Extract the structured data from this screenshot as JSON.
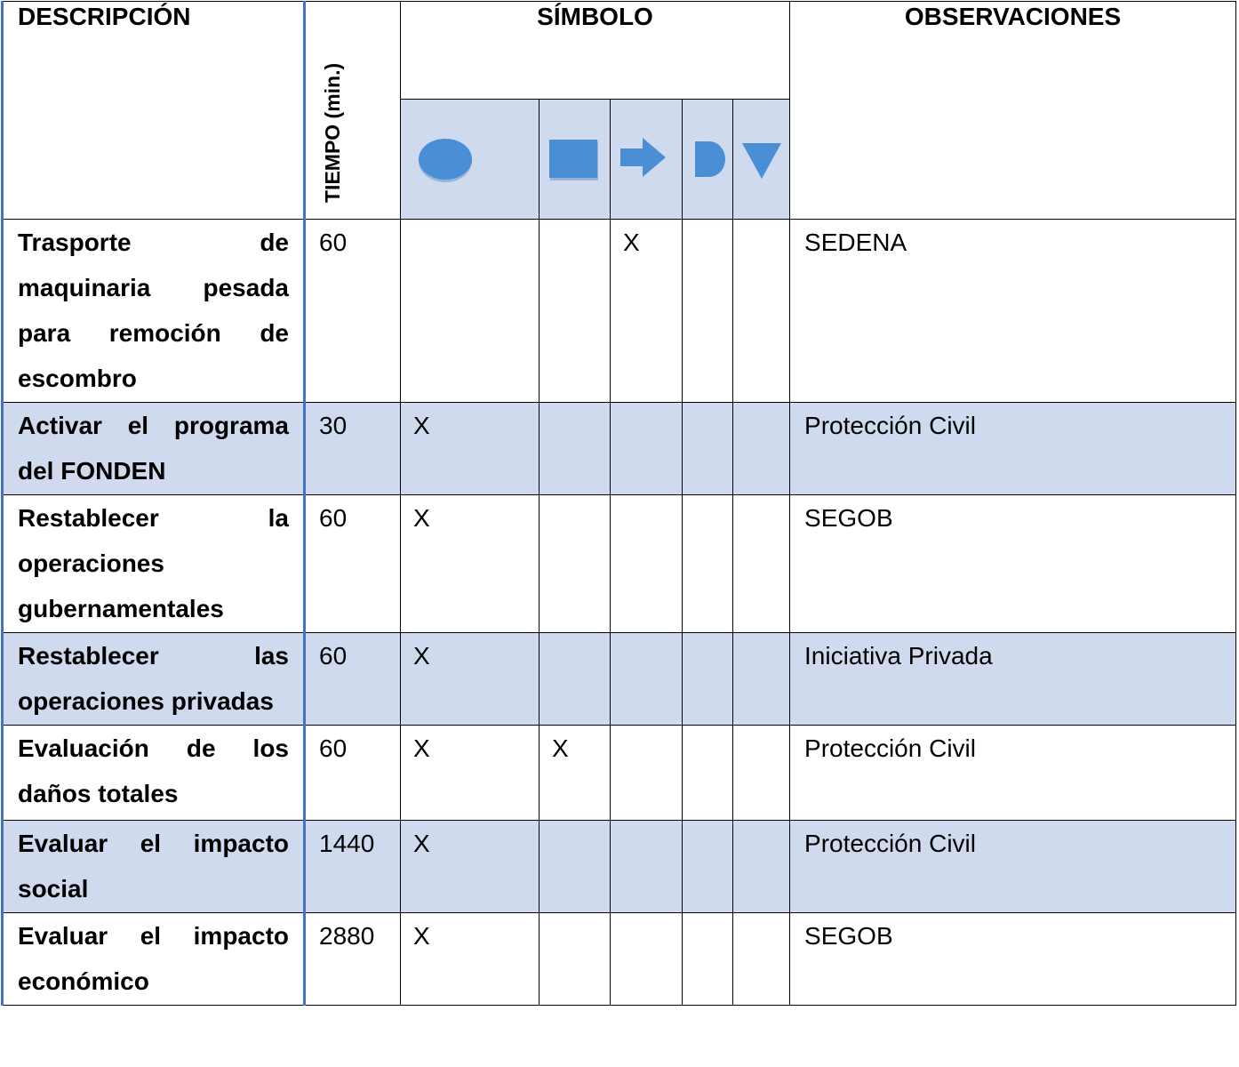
{
  "header": {
    "descripcion": "DESCRIPCIÓN",
    "tiempo": "TIEMPO (min.)",
    "simbolo": "SÍMBOLO",
    "observaciones": "OBSERVACIONES"
  },
  "symbols": [
    {
      "icon": "operation-circle-icon"
    },
    {
      "icon": "inspection-square-icon"
    },
    {
      "icon": "transport-arrow-icon"
    },
    {
      "icon": "delay-d-icon"
    },
    {
      "icon": "storage-triangle-icon"
    }
  ],
  "colors": {
    "symbol_fill": "#4a8fd6",
    "alt_row": "#cfdaef",
    "column_border": "#4472c4"
  },
  "rows": [
    {
      "desc_lines": [
        "Trasporte de",
        "maquinaria pesada",
        "para remoción de",
        "escombro"
      ],
      "tiempo": "60",
      "marks": [
        "",
        "",
        "X",
        "",
        ""
      ],
      "obs": "SEDENA"
    },
    {
      "desc_lines": [
        "Activar el programa",
        "del FONDEN"
      ],
      "tiempo": "30",
      "marks": [
        "X",
        "",
        "",
        "",
        ""
      ],
      "obs": "Protección Civil"
    },
    {
      "desc_lines": [
        "Restablecer la",
        "operaciones",
        "gubernamentales"
      ],
      "tiempo": "60",
      "marks": [
        "X",
        "",
        "",
        "",
        ""
      ],
      "obs": "SEGOB"
    },
    {
      "desc_lines": [
        "Restablecer las",
        "operaciones privadas"
      ],
      "tiempo": "60",
      "marks": [
        "X",
        "",
        "",
        "",
        ""
      ],
      "obs": "Iniciativa Privada"
    },
    {
      "desc_lines": [
        "Evaluación de los",
        "daños totales"
      ],
      "tiempo": "60",
      "marks": [
        "X",
        "X",
        "",
        "",
        ""
      ],
      "obs": "Protección Civil"
    },
    {
      "desc_lines": [
        "Evaluar el impacto",
        "social"
      ],
      "tiempo": "1440",
      "marks": [
        "X",
        "",
        "",
        "",
        ""
      ],
      "obs": "Protección Civil"
    },
    {
      "desc_lines": [
        "Evaluar el impacto",
        "económico"
      ],
      "tiempo": "2880",
      "marks": [
        "X",
        "",
        "",
        "",
        ""
      ],
      "obs": "SEGOB"
    }
  ]
}
